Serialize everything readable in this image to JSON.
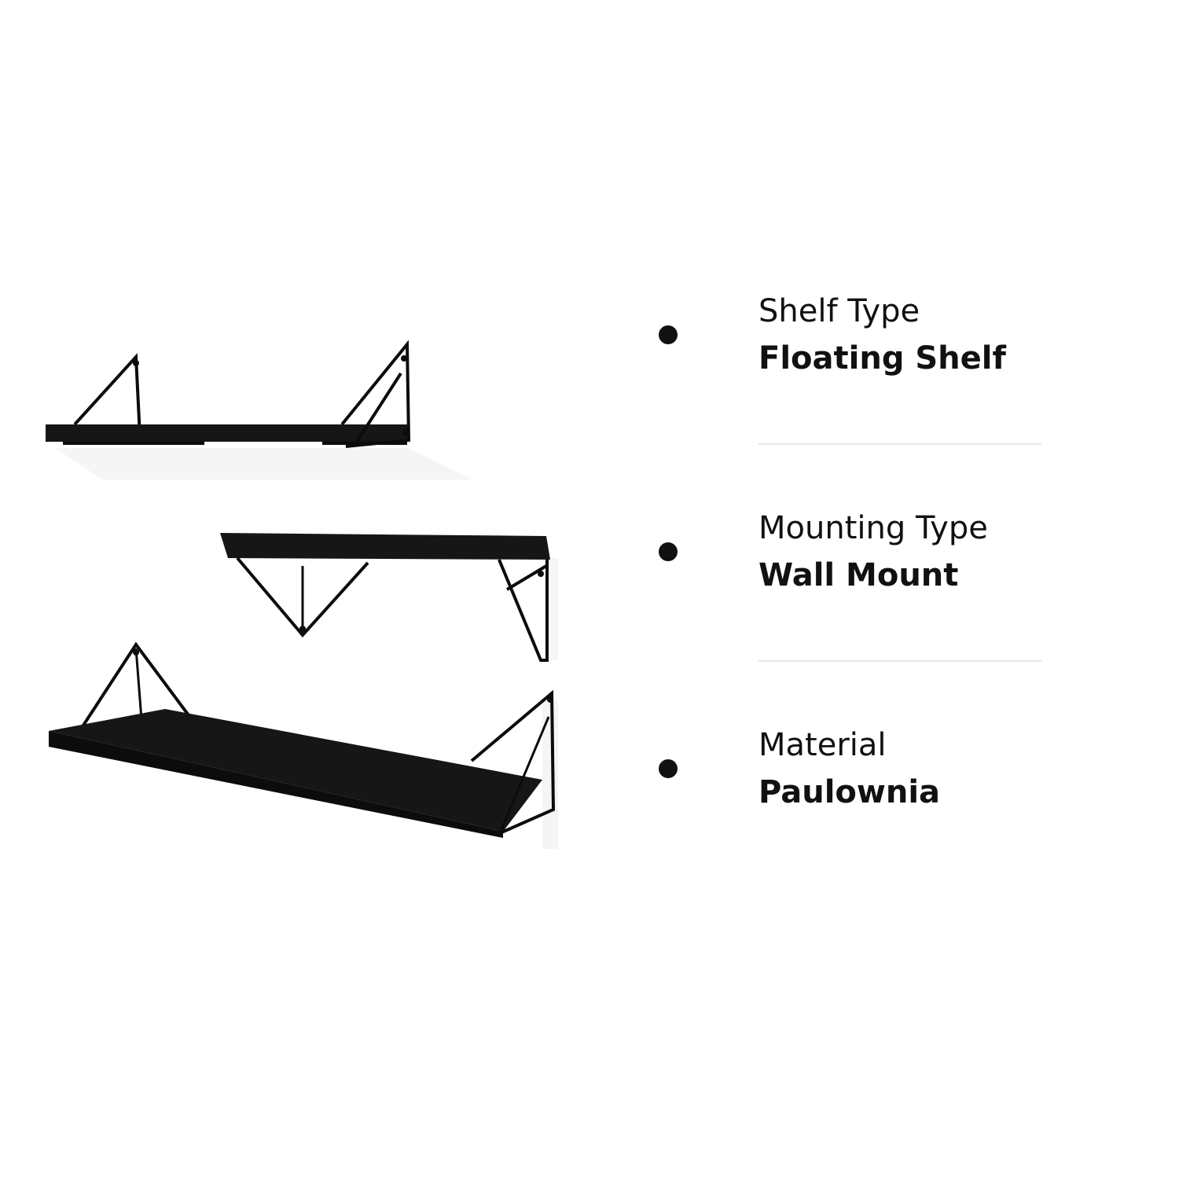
{
  "colors": {
    "text": "#111111",
    "bullet": "#111111",
    "divider": "#e6e6e6",
    "shelf_wood": "#161616",
    "bracket": "#0c0c0c",
    "shadow": "#ececec"
  },
  "product_image": {
    "icon": "floating-shelves-image"
  },
  "specs": [
    {
      "label": "Shelf Type",
      "value": "Floating Shelf"
    },
    {
      "label": "Mounting Type",
      "value": "Wall Mount"
    },
    {
      "label": "Material",
      "value": "Paulownia"
    }
  ]
}
